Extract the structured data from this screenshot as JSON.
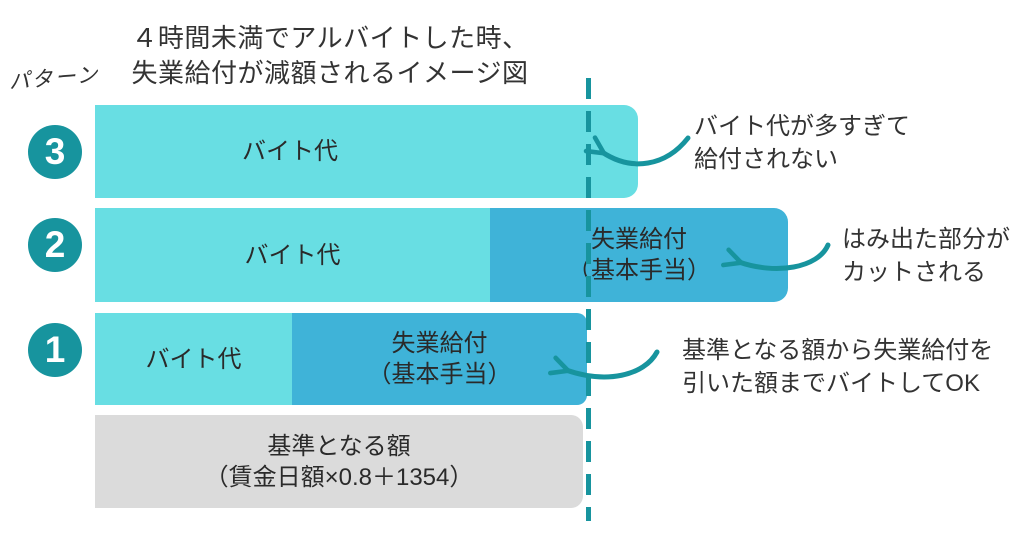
{
  "title": {
    "line1": "４時間未満でアルバイトした時、",
    "line2": "失業給付が減額されるイメージ図"
  },
  "pattern_label": "パターン",
  "colors": {
    "cyan": "#68dee3",
    "blue": "#3fb3d8",
    "teal": "#17949e",
    "gray": "#dbdbdb",
    "text": "#333333"
  },
  "rows": {
    "row3": {
      "number": "3",
      "wage_label": "バイト代",
      "annotation": {
        "line1": "バイト代が多すぎて",
        "line2": "給付されない"
      }
    },
    "row2": {
      "number": "2",
      "wage_label": "バイト代",
      "benefit_line1": "失業給付",
      "benefit_line2": "（基本手当）",
      "annotation": {
        "line1": "はみ出た部分が",
        "line2": "カットされる"
      }
    },
    "row1": {
      "number": "1",
      "wage_label": "バイト代",
      "benefit_line1": "失業給付",
      "benefit_line2": "（基本手当）",
      "annotation": {
        "line1": "基準となる額から失業給付を",
        "line2": "引いた額までバイトしてOK"
      }
    }
  },
  "base_bar": {
    "line1": "基準となる額",
    "line2": "（賃金日額×0.8＋1354）"
  }
}
